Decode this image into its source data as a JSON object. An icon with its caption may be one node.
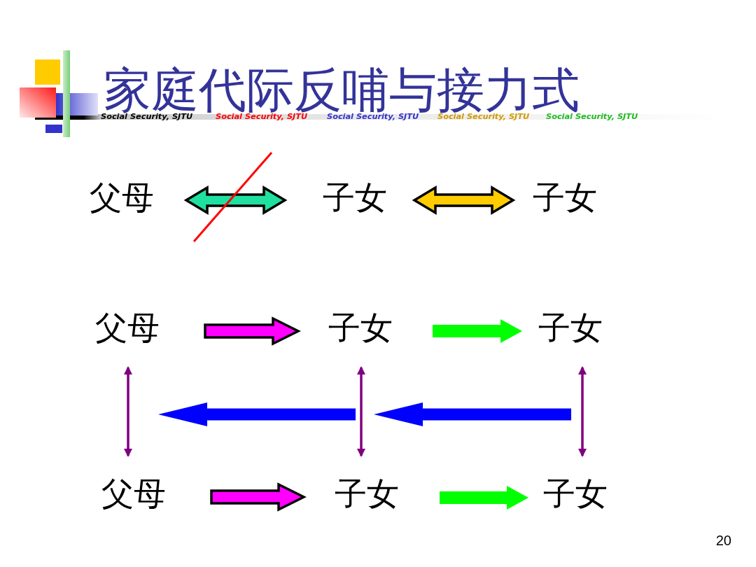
{
  "diagram": {
    "title": "家庭代际反哺与接力式",
    "nodes": [
      {
        "text": [
          "父母"
        ]
      },
      {
        "text": [
          "子女"
        ]
      },
      {
        "text": [
          "子女"
        ]
      },
      {
        "text": [
          "父母"
        ]
      },
      {
        "text": [
          "子女"
        ]
      },
      {
        "text": [
          "子女"
        ]
      },
      {
        "text": [
          "父母"
        ]
      },
      {
        "text": [
          "子女"
        ]
      },
      {
        "text": [
          "子女"
        ]
      }
    ],
    "edges": [
      {
        "from": 0,
        "to": 1,
        "arrow": "both",
        "style": "thick",
        "color": "#20e0a0"
      },
      {
        "from": 1,
        "to": 2,
        "arrow": "both",
        "style": "thick",
        "color": "#ffcc00"
      },
      {
        "from": 3,
        "to": 4,
        "arrow": "to",
        "style": "thick",
        "color": "#ff00ff"
      },
      {
        "from": 4,
        "to": 5,
        "arrow": "to",
        "style": "thick",
        "color": "#00ff00"
      },
      {
        "from": 6,
        "to": 7,
        "arrow": "to",
        "style": "thick",
        "color": "#ff00ff"
      },
      {
        "from": 7,
        "to": 8,
        "arrow": "to",
        "style": "thick",
        "color": "#00ff00"
      },
      {
        "from": 3,
        "to": 6,
        "arrow": "both"
      },
      {
        "from": 4,
        "to": 7,
        "arrow": "both"
      },
      {
        "from": 5,
        "to": 8,
        "arrow": "both"
      }
    ],
    "labels": [
      "Social Security, SJTU",
      "Social Security, SJTU",
      "Social Security, SJTU",
      "Social Security, SJTU",
      "Social Security, SJTU",
      "20"
    ]
  }
}
